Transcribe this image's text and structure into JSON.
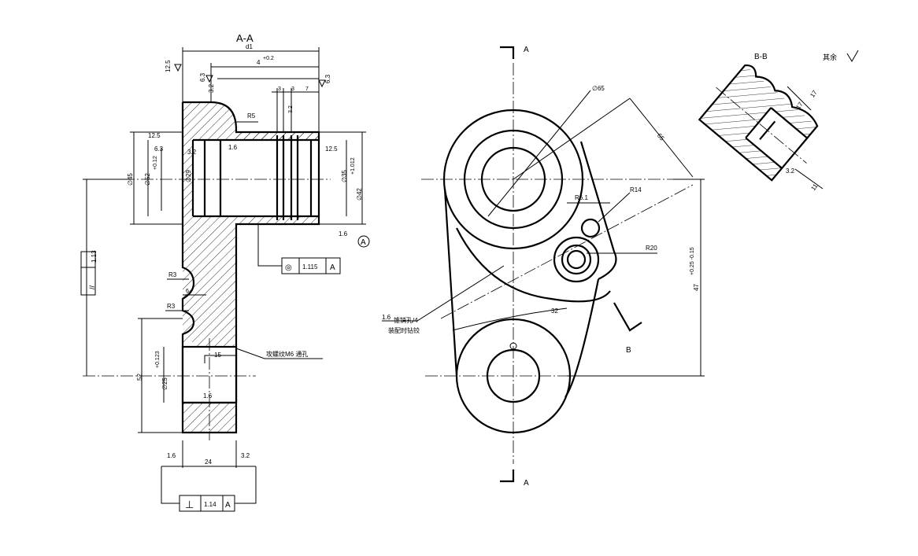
{
  "sections": {
    "aa_title": "A-A",
    "bb_title": "B-B",
    "view_mark_a": "A",
    "view_mark_b": "B",
    "datum_a": "A",
    "rest_finish": "其余"
  },
  "dims": {
    "d1": "d1",
    "d4": "4",
    "d4_tol": "+0.2",
    "d3a": "3",
    "d3b": "3",
    "d7": "7",
    "r5": "R5",
    "phi45": "∅45",
    "phi52": "∅52",
    "phi52_tol": "+0.12",
    "phi29": "∅29",
    "phi35": "∅35",
    "phi42": "∅42",
    "phi42_tol": "+1.012",
    "r3a": "R3",
    "r3b": "R3",
    "d6": "6",
    "d15": "15",
    "phi25": "∅25",
    "phi25_tol": "+0.123",
    "d52": "52",
    "d24": "24",
    "phi65": "∅65",
    "d65": "65",
    "r14": "R14",
    "r6": "R6.1",
    "r20": "R20",
    "d32": "32",
    "d47": "47",
    "d47_tol": "+0.25 -0.15",
    "d17a": "17",
    "d17b": "17",
    "d11": "11",
    "thread_note": "攻螺纹M6 通孔",
    "hole_note": "锥销孔/4",
    "hole_note2": "装配时钻铰"
  },
  "roughness": {
    "r12_5a": "12.5",
    "r12_5b": "12.5",
    "r6_3a": "6.3",
    "r6_3b": "6.3",
    "r3_2a": "3.2",
    "r3_2b": "3.2",
    "r3_2c": "3.2",
    "r1_6a": "1.6",
    "r1_6b": "1.6",
    "r1_6c": "1.6",
    "r12_5c": "12.5",
    "r12_5d": "12.5"
  },
  "tolerances": {
    "parallel_sym": "//",
    "parallel_val": "1.13",
    "concentric_sym": "◎",
    "concentric_val": "1.115",
    "concentric_datum": "A",
    "perp_sym": "⊥",
    "perp_val": "1.14",
    "perp_datum": "A"
  }
}
